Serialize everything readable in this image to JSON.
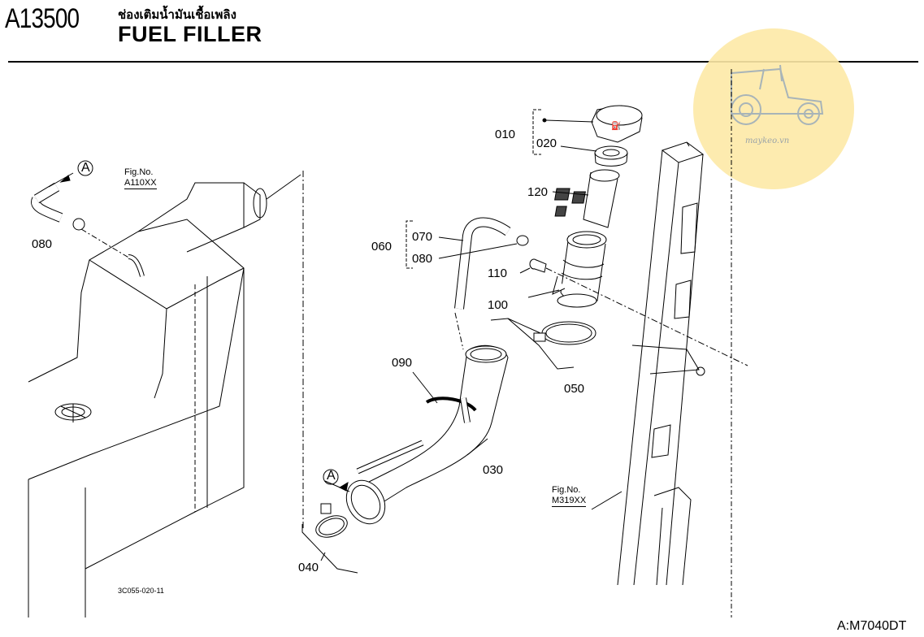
{
  "header": {
    "code": "A13500",
    "thai_title": "ช่องเติมน้ำมันเชื้อเพลิง",
    "title": "FUEL FILLER"
  },
  "watermark": {
    "text": "maykeo.vn",
    "color": "#fde9a6"
  },
  "parts": {
    "p010": "010",
    "p020": "020",
    "p120": "120",
    "p070": "070",
    "p060": "060",
    "p080_group": "080",
    "p110": "110",
    "p100": "100",
    "p050": "050",
    "p090": "090",
    "p030": "030",
    "p040": "040",
    "p080_left": "080"
  },
  "arrows": {
    "a_top": "A",
    "a_bottom": "A"
  },
  "fig_refs": {
    "left": {
      "label": "Fig.No.",
      "number": "A110XX"
    },
    "right": {
      "label": "Fig.No.",
      "number": "M319XX"
    }
  },
  "drawing_code": "3C055-020-11",
  "model_ref": "A:M7040DT"
}
